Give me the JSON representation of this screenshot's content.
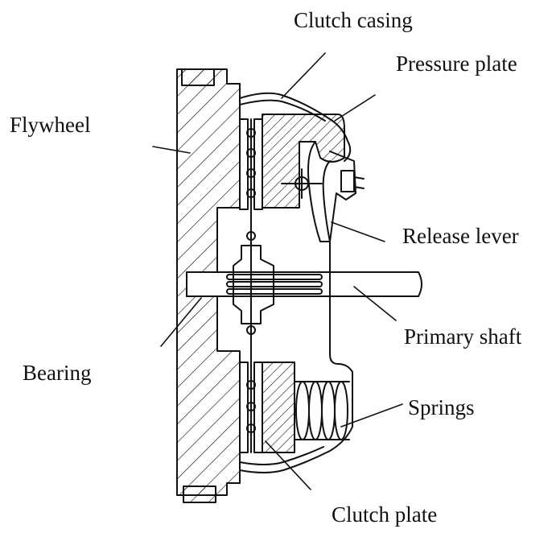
{
  "labels": {
    "clutch_casing": "Clutch casing",
    "pressure_plate": "Pressure plate",
    "flywheel": "Flywheel",
    "release_lever": "Release lever",
    "primary_shaft": "Primary shaft",
    "bearing": "Bearing",
    "springs": "Springs",
    "clutch_plate": "Clutch plate"
  },
  "colors": {
    "ink": "#111111",
    "background": "#ffffff"
  }
}
